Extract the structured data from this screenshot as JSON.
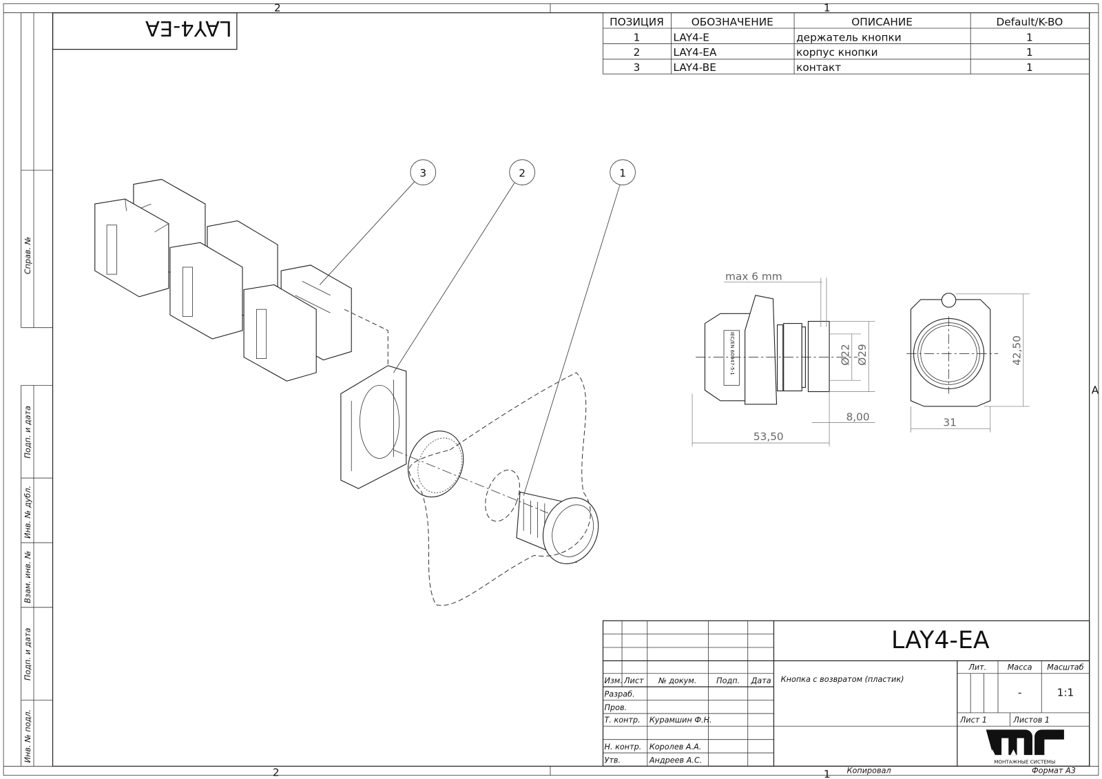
{
  "frame": {
    "zone_top_left": "2",
    "zone_top_right": "1",
    "zone_bottom_left": "2",
    "zone_bottom_right": "1",
    "zone_side": "A",
    "copied": "Копировал",
    "format": "Формат А3",
    "mirrored_code": "LAY4-EA",
    "side_labels": [
      "Справ. №",
      "Подп. и дата",
      "Инв. № дубл.",
      "Взам. инв. №",
      "Подп. и дата",
      "Инв. № подл."
    ]
  },
  "bom": {
    "headers": [
      "ПОЗИЦИЯ",
      "ОБОЗНАЧЕНИЕ",
      "ОПИСАНИЕ",
      "Default/K-BO"
    ],
    "rows": [
      [
        "1",
        "LAY4-E",
        "держатель кнопки",
        "1"
      ],
      [
        "2",
        "LAY4-EA",
        "корпус кнопки",
        "1"
      ],
      [
        "3",
        "LAY4-BE",
        "контакт",
        "1"
      ]
    ]
  },
  "callouts": [
    "3",
    "2",
    "1"
  ],
  "dimensions": {
    "max_gap": "max 6 mm",
    "d_inner": "Ø22",
    "d_outer": "Ø29",
    "depth": "8,00",
    "length": "53,50",
    "width": "31",
    "height": "42,50"
  },
  "title_block": {
    "designation": "LAY4-EA",
    "description": "Кнопка с возвратом (пластик)",
    "col_headers": [
      "Изм.",
      "Лист",
      "№ докум.",
      "Подп.",
      "Дата"
    ],
    "roles": [
      "Разраб.",
      "Пров.",
      "Т. контр.",
      "",
      "Н. контр.",
      "Утв."
    ],
    "names": [
      "",
      "",
      "Курамшин Ф.Н.",
      "",
      "Королев А.А.",
      "Андреев А.С."
    ],
    "lit_label": "Лит.",
    "mass_label": "Масса",
    "scale_label": "Масштаб",
    "mass_value": "-",
    "scale_value": "1:1",
    "sheet": "Лист 1",
    "sheets": "Листов 1",
    "company": "МОНТАЖНЫЕ СИСТЕМЫ"
  }
}
